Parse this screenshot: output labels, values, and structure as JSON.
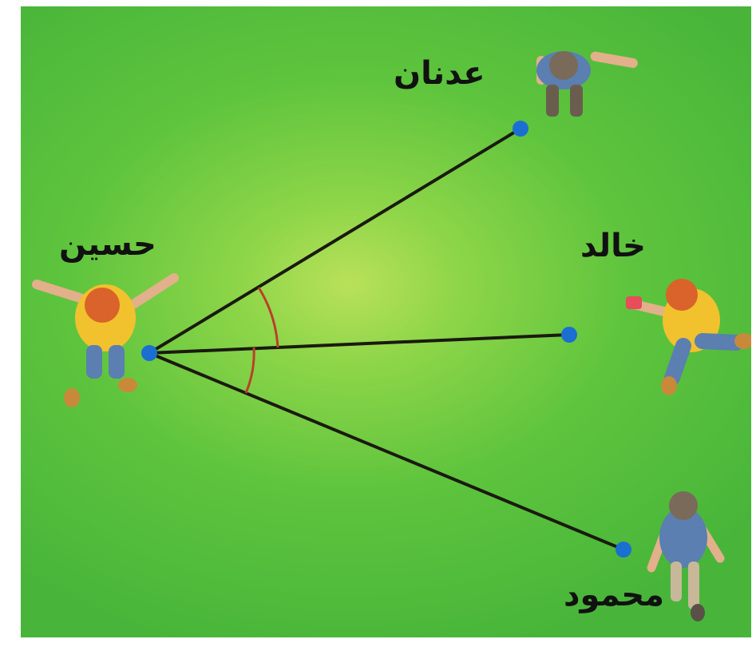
{
  "players": {
    "adnan": {
      "name": "عدنان"
    },
    "hussein": {
      "name": "حسين"
    },
    "khaled": {
      "name": "خالد"
    },
    "mahmoud": {
      "name": "محمود"
    }
  },
  "colors": {
    "field_light": "#b9e15a",
    "field_dark": "#48b53a",
    "line": "#1a1a10",
    "point": "#1b6fd1",
    "angle_arc": "#b8412a",
    "shirt_yellow": "#f2c12e",
    "shirt_blue": "#5a7fb0",
    "hair_orange": "#d9632a"
  }
}
